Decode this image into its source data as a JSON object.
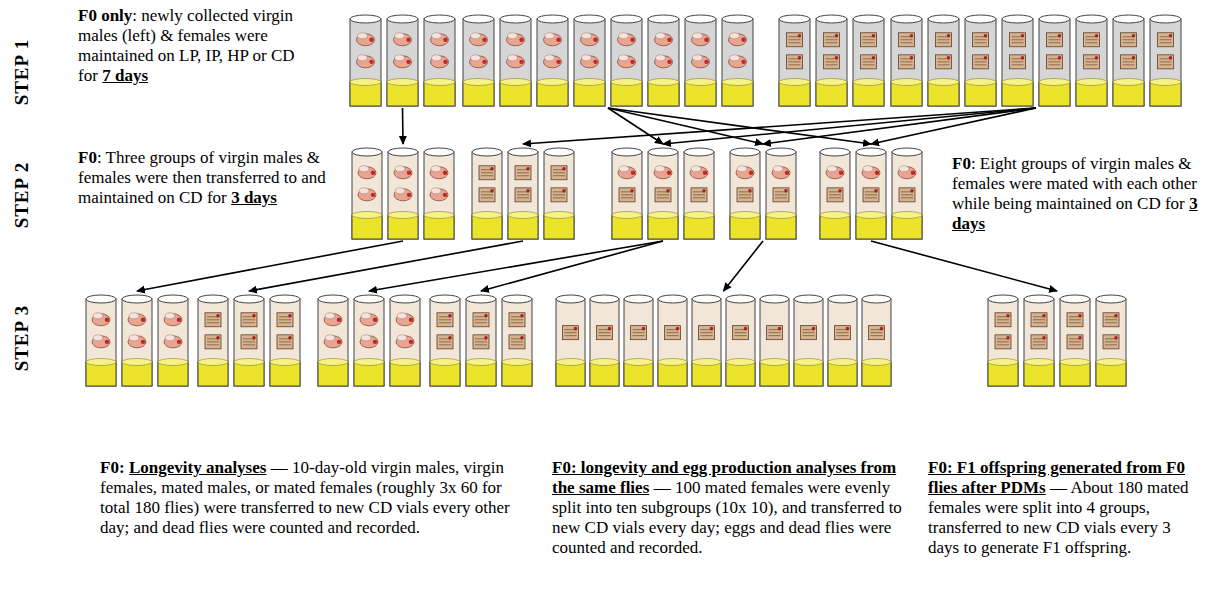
{
  "diagram": {
    "labels": [
      "STEP 1",
      "STEP 2",
      "STEP 3",
      "F0 only",
      ": newly collected virgin males (left) & females were maintained on LP, IP, HP or CD for",
      "7 days",
      "F0",
      ": Three groups of virgin males & females were then transferred to and maintained on CD for",
      "3 days",
      "F0",
      ": Eight groups of virgin males & females were mated with each other while being maintained on CD for",
      "3 days",
      "F0:",
      "Longevity analyses",
      "— 10-day-old virgin males, virgin females, mated males, or mated females (roughly 3x 60 for total 180 flies) were transferred to new CD vials every other day; and dead flies were counted and recorded.",
      "F0: longevity and egg production analyses from the same flies",
      "— 100 mated females were evenly split into ten subgroups (10x 10), and transferred to new CD vials every day; eggs and dead flies were counted and recorded.",
      "F0: F1 offspring generated from F0 flies after PDMs",
      "— About 180 mated females were split into 4 groups, transferred to new CD vials every 3 days to generate F1 offspring."
    ]
  }
}
